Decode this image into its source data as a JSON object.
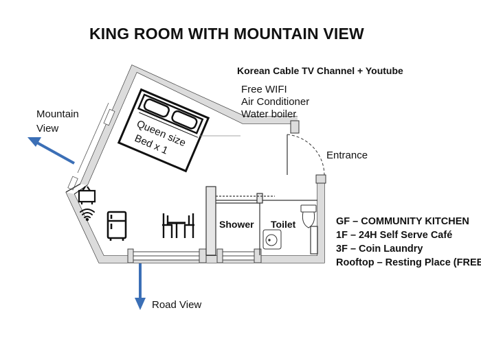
{
  "title": "KING ROOM WITH MOUNTAIN VIEW",
  "amenities": {
    "tv": "Korean Cable TV Channel +  Youtube",
    "items": [
      "Free WIFI",
      "Air Conditioner",
      "Water boiler"
    ]
  },
  "labels": {
    "mountain_view_line1": "Mountain",
    "mountain_view_line2": "View",
    "road_view": "Road View",
    "entrance": "Entrance",
    "shower": "Shower",
    "toilet": "Toilet",
    "bed_line1": "Queen size",
    "bed_line2": "Bed x 1"
  },
  "floors": [
    "GF – COMMUNITY KITCHEN",
    "1F – 24H Self Serve Café",
    "3F – Coin Laundry",
    "Rooftop – Resting Place (FREE)"
  ],
  "colors": {
    "arrow": "#3b6fb6",
    "wall": "#333333",
    "wall_fill": "#d9d9d9"
  },
  "icons": [
    "tv-icon",
    "wifi-icon",
    "fridge-icon",
    "table-chairs-icon",
    "toilet-icon",
    "sink-icon",
    "bed-icon"
  ]
}
